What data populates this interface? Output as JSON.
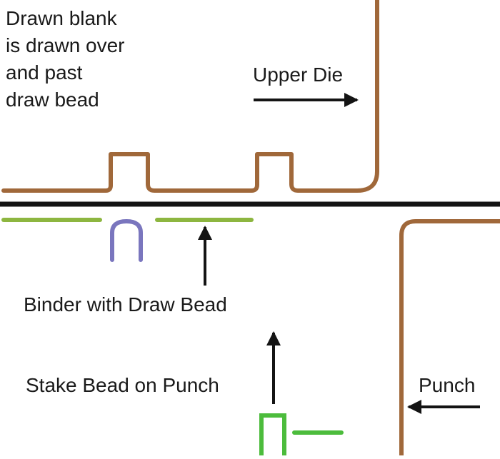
{
  "labels": {
    "drawn_blank": [
      "Drawn blank",
      "is drawn over",
      "and past",
      "draw bead"
    ],
    "upper_die": "Upper Die",
    "binder": "Binder with Draw Bead",
    "stake_bead": "Stake Bead on Punch",
    "punch": "Punch"
  },
  "colors": {
    "die_brown": "#A0683A",
    "blank_black": "#141414",
    "binder_green": "#8DB640",
    "draw_bead_purple": "#7A76BE",
    "stake_bead_green": "#4CBC3C",
    "arrow_black": "#141414",
    "background": "#ffffff"
  }
}
